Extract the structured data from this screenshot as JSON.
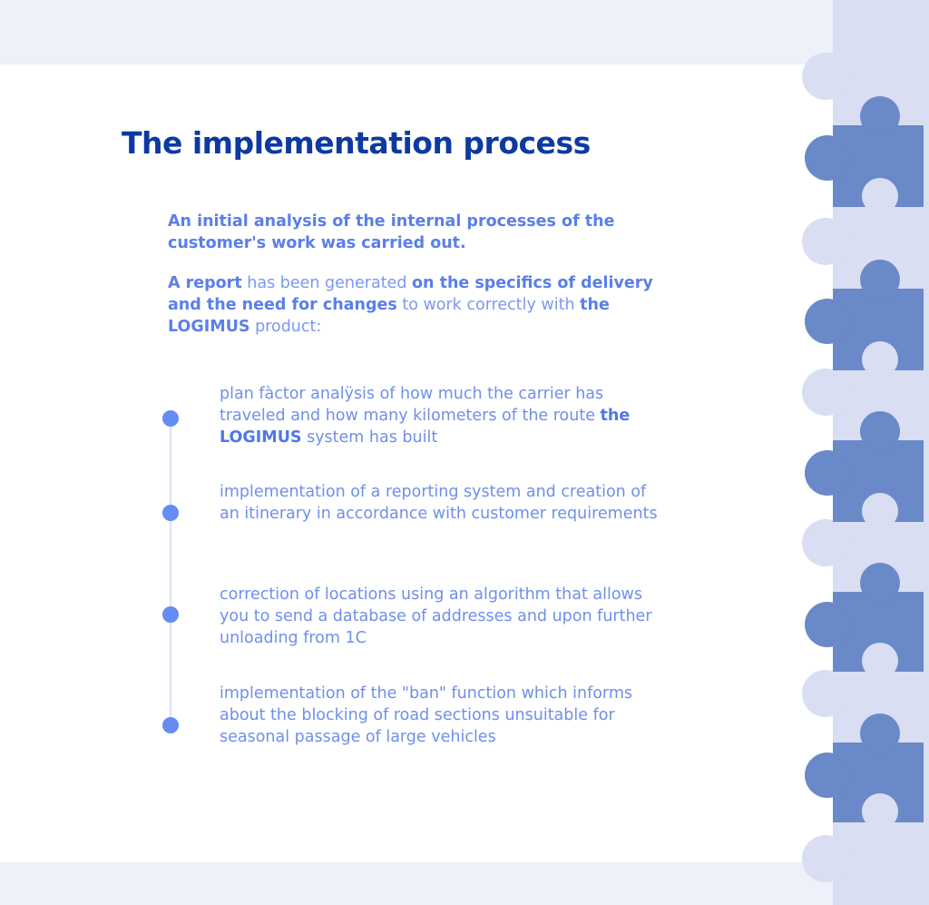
{
  "title": "The implementation process",
  "intro": {
    "p1": "An initial analysis of the internal processes of the customer's work was carried out.",
    "p2_bold1": "A report",
    "p2_text1": " has been generated ",
    "p2_bold2": "on the specifics of delivery and the need for changes",
    "p2_text2": " to work correctly with ",
    "p2_bold3": "the LOGIMUS",
    "p2_text3": " product:"
  },
  "steps": {
    "s1_text1": "plan fàctor analÿsis of how much the carrier has traveled and how many kilometers of the route ",
    "s1_bold": "the LOGIMUS",
    "s1_text2": " system has built",
    "s2": "implementation of a reporting system and creation of an itinerary in accordance with customer requirements",
    "s3": "correction of locations using an algorithm that allows you to send a database of addresses and upon further unloading from 1C",
    "s4": "implementation of the \"ban\" function which informs about the blocking of road sections unsuitable for seasonal passage of large vehicles"
  },
  "colors": {
    "background": "#eef1fa",
    "title": "#0d3aa1",
    "accent": "#5a7fe8",
    "puzzle_dark": "#6a89c9",
    "puzzle_light": "#d9def2"
  }
}
